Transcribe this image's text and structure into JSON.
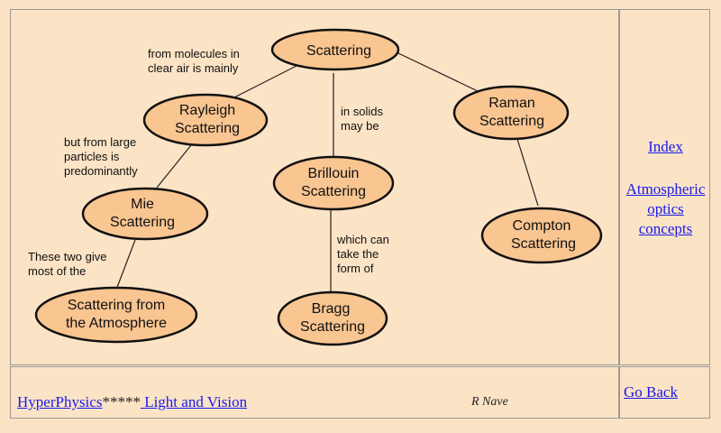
{
  "diagram": {
    "nodes": {
      "scattering": [
        "Scattering"
      ],
      "rayleigh": [
        "Rayleigh",
        "Scattering"
      ],
      "raman": [
        "Raman",
        "Scattering"
      ],
      "brillouin": [
        "Brillouin",
        "Scattering"
      ],
      "mie": [
        "Mie",
        "Scattering"
      ],
      "compton": [
        "Compton",
        "Scattering"
      ],
      "atmosphere": [
        "Scattering from",
        "the Atmosphere"
      ],
      "bragg": [
        "Bragg",
        "Scattering"
      ]
    },
    "annotations": {
      "clear_air": [
        "from molecules in",
        "clear air is mainly"
      ],
      "solids": [
        "in solids",
        "may be"
      ],
      "large": [
        "but from large",
        "particles is",
        "predominantly"
      ],
      "two_give": [
        "These two give",
        "most of the"
      ],
      "bragg_form": [
        "which can",
        "take the",
        "form of"
      ]
    }
  },
  "sidebar": {
    "index_label": "Index",
    "atm_label": [
      "Atmospheric",
      "optics",
      "concepts"
    ]
  },
  "footer": {
    "hyperphysics_label": "HyperPhysics",
    "stars": "*****",
    "light_label": " Light and Vision",
    "author": "R Nave",
    "goback_label": "Go Back"
  }
}
